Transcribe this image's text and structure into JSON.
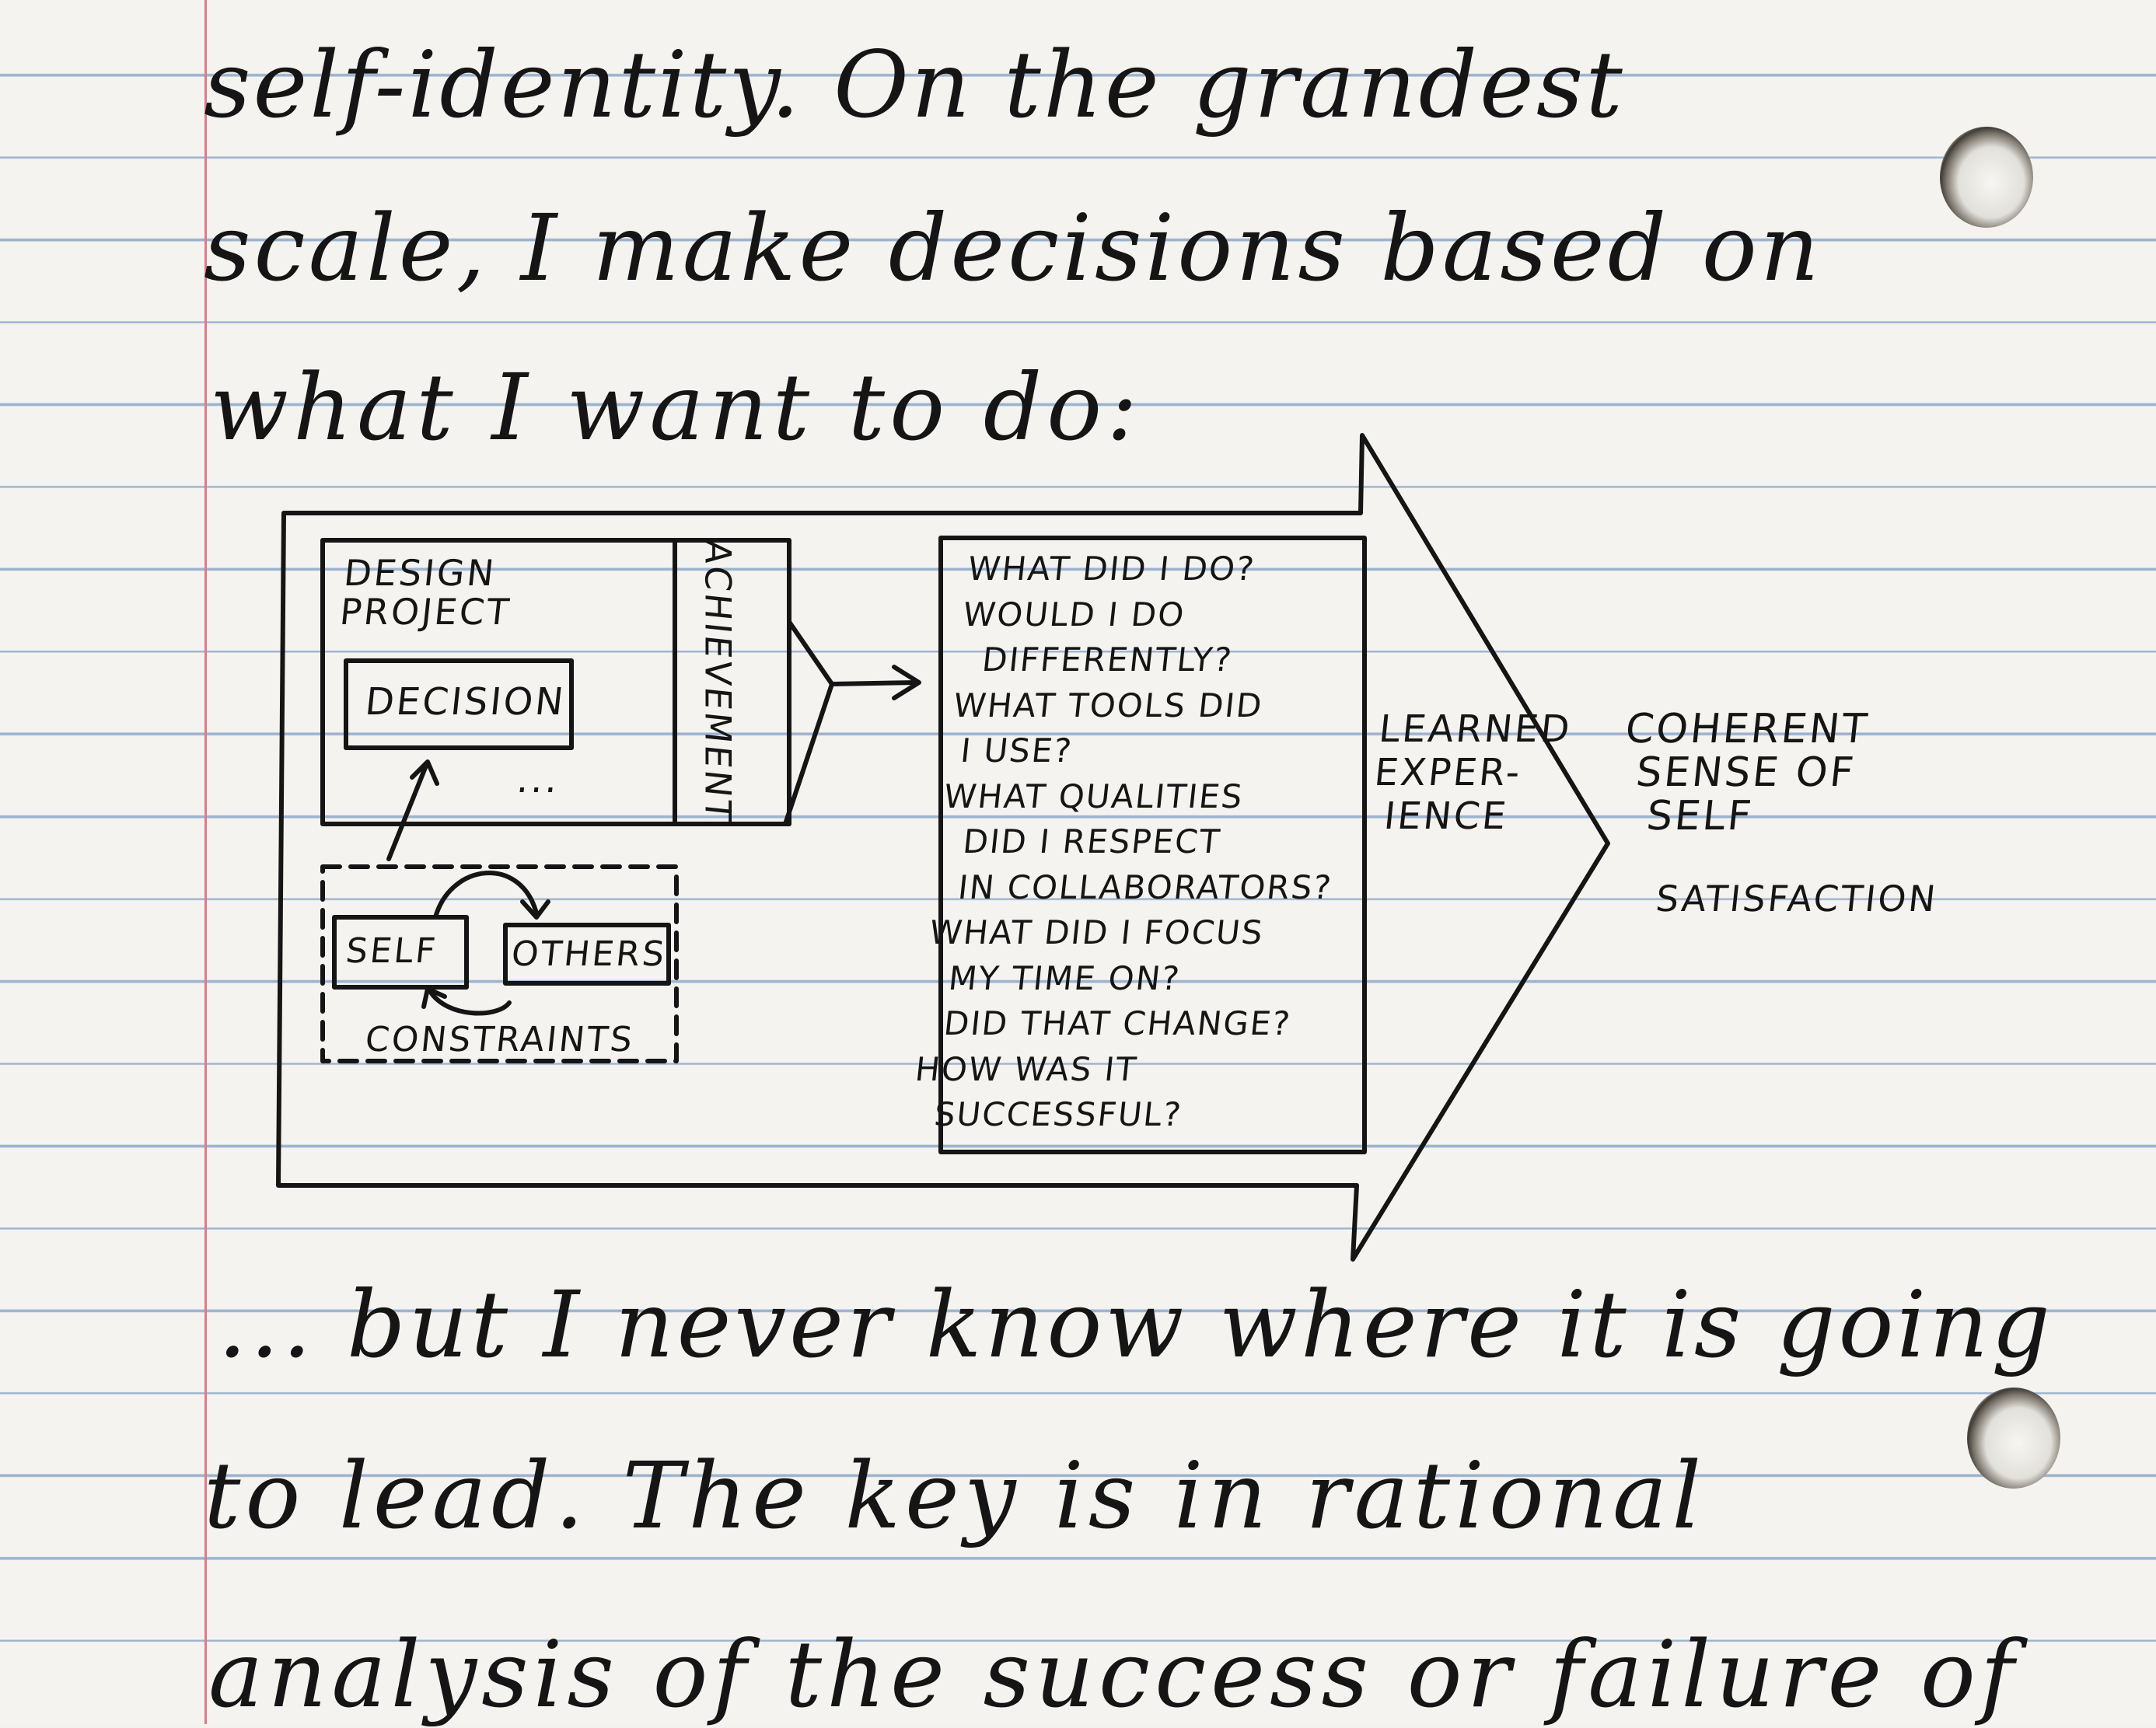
{
  "text_lines": [
    "self-identity. On the grandest",
    "scale, I make decisions based on",
    "what I want to do:",
    "... but I never know where it is going",
    "to lead. The key is in rational",
    "analysis of the success or failure of"
  ],
  "diagram": {
    "design_project_label": "DESIGN\nPROJECT",
    "decision_label": "DECISION",
    "ellipsis": "...",
    "achievement_label": "ACHIEVEMENT.",
    "self_label": "SELF",
    "others_label": "OTHERS",
    "constraints_label": "CONSTRAINTS",
    "questions": "WHAT DID I DO?\nWOULD I DO\n  DIFFERENTLY?\nWHAT TOOLS DID\n I USE?\nWHAT QUALITIES\n  DID I RESPECT\n  IN COLLABORATORS?\nWHAT DID I FOCUS\n  MY TIME ON?\n  DID THAT CHANGE?\nHOW WAS IT\n  SUCCESSFUL?",
    "learned_label": "LEARNED\nEXPER-\n IENCE",
    "coherent_label": "COHERENT\n SENSE OF\n  SELF",
    "satisfaction_label": "SATISFACTION"
  },
  "colors": {
    "ink": "#151515",
    "paper": "#f4f3ef",
    "rule_line": "#9cb3cf",
    "margin_line": "#e07a8a"
  }
}
